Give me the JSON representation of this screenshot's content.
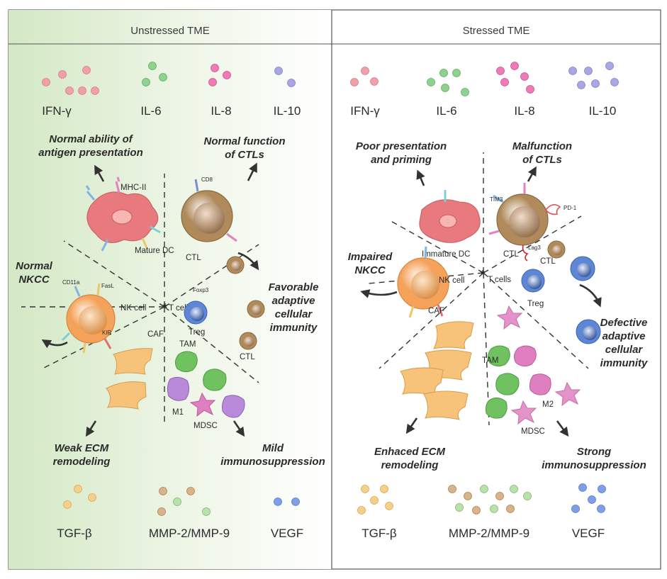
{
  "panels": {
    "left": {
      "title": "Unstressed TME",
      "cytokines_top": [
        "IFN-γ",
        "IL-6",
        "IL-8",
        "IL-10"
      ],
      "cytokines_bottom": [
        "TGF-β",
        "MMP-2/MMP-9",
        "VEGF"
      ],
      "outcomes": {
        "dc": [
          "Normal ability of",
          "antigen presentation"
        ],
        "ctl": [
          "Normal function",
          "of CTLs"
        ],
        "nk": [
          "Normal",
          "NKCC"
        ],
        "adaptive": [
          "Favorable",
          "adaptive",
          "cellular",
          "immunity"
        ],
        "ecm": [
          "Weak ECM",
          "remodeling"
        ],
        "suppression": [
          "Mild",
          "immunosuppression"
        ]
      },
      "cells": {
        "dc": "Mature DC",
        "ctl": "CTL",
        "nk": "NK cell",
        "tcells": "T cells",
        "caf": "CAF",
        "tam": "TAM",
        "m1": "M1",
        "mdsc": "MDSC",
        "treg": "Treg",
        "ctl_small": "CTL"
      },
      "receptors": {
        "mhc": "MHC-II",
        "cd8": "CD8",
        "cd11a": "CD11a",
        "fasl": "FasL",
        "kir": "KIR",
        "foxp3": "Foxp3"
      }
    },
    "right": {
      "title": "Stressed TME",
      "cytokines_top": [
        "IFN-γ",
        "IL-6",
        "IL-8",
        "IL-10"
      ],
      "cytokines_bottom": [
        "TGF-β",
        "MMP-2/MMP-9",
        "VEGF"
      ],
      "outcomes": {
        "dc": [
          "Poor presentation",
          "and priming"
        ],
        "ctl": [
          "Malfunction",
          "of CTLs"
        ],
        "nk": [
          "Impaired",
          "NKCC"
        ],
        "adaptive": [
          "Defective",
          "adaptive",
          "cellular",
          "immunity"
        ],
        "ecm": [
          "Enhaced ECM",
          "remodeling"
        ],
        "suppression": [
          "Strong",
          "immunosuppression"
        ]
      },
      "cells": {
        "dc": "Immature DC",
        "ctl": "CTL",
        "nk": "NK cell",
        "tcells": "T cells",
        "caf": "CAF",
        "tam": "TAM",
        "m2": "M2",
        "mdsc": "MDSC",
        "treg": "Treg",
        "ctl_small": "CTL"
      },
      "receptors": {
        "tim3": "TIM3",
        "pd1": "PD-1",
        "lag3": "Lag3"
      }
    }
  },
  "center_symbol": "*",
  "colors": {
    "ifn": "#f2a0a8",
    "il6": "#8fd28f",
    "il8": "#f07ab8",
    "il10": "#a9a6e6",
    "tgf": "#f6cf8a",
    "mmp": "#d9b48a",
    "mmp_green": "#b7e3a8",
    "vegf": "#7f9fe6",
    "dc": "#e8797e",
    "ctl": "#b08a5a",
    "nk": "#f5a25a",
    "treg": "#5e86d6",
    "caf": "#f7c27a",
    "tam": "#6fc25f",
    "m1": "#b98ad9",
    "mdsc": "#e07fc0"
  }
}
